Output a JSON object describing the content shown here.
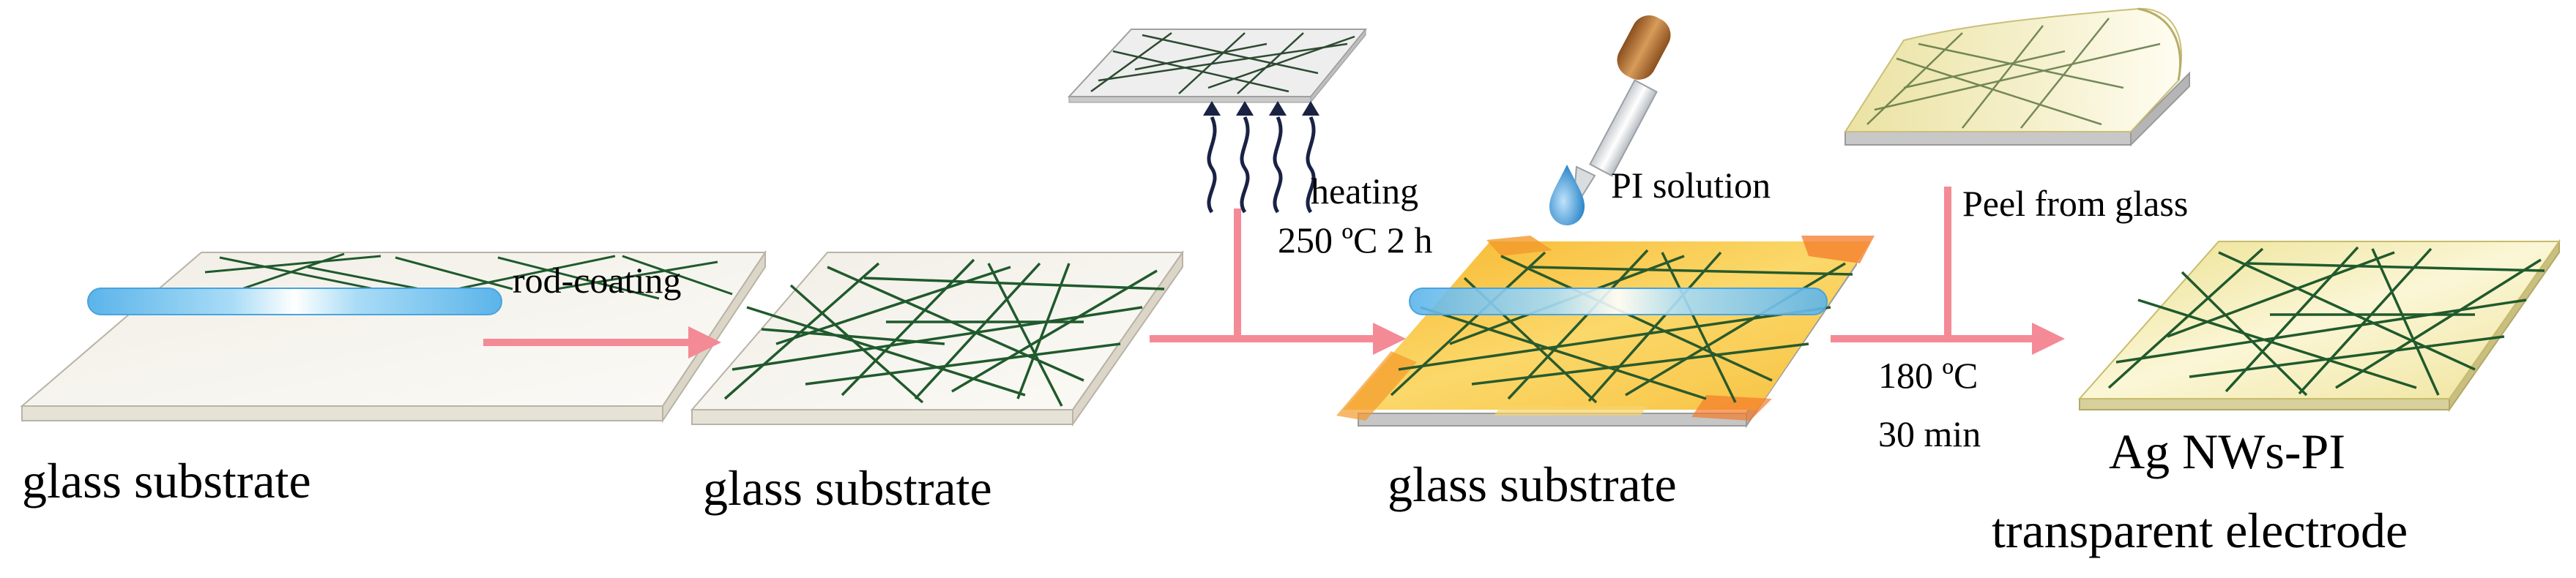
{
  "labels": {
    "step1_substrate": "glass substrate",
    "rod_coating": "rod-coating",
    "step2_substrate": "glass substrate",
    "heating": "heating",
    "heating_condition": "250 ºC 2 h",
    "pi_solution": "PI solution",
    "step3_substrate": "glass substrate",
    "peel": "Peel from glass",
    "cure_temp": "180 ºC",
    "cure_time": "30 min",
    "product_line1": "Ag NWs-PI",
    "product_line2": "transparent electrode"
  },
  "colors": {
    "arrow": "#f48a96",
    "glass_fill": "#f4f1ea",
    "glass_edge": "#b8b3a6",
    "nanowire": "#1f5a2c",
    "rod": "#73c3ee",
    "pi_film": "#f6c233",
    "pi_edge": "#f39a2a",
    "product_film": "#f1e6a0",
    "heat_arrows": "#1a2244",
    "dropper_bulb": "#b8783a",
    "drop": "#3d9ad6"
  },
  "icons": [
    "heat-wave-icon",
    "dropper-icon",
    "droplet-icon",
    "peel-film-icon"
  ]
}
